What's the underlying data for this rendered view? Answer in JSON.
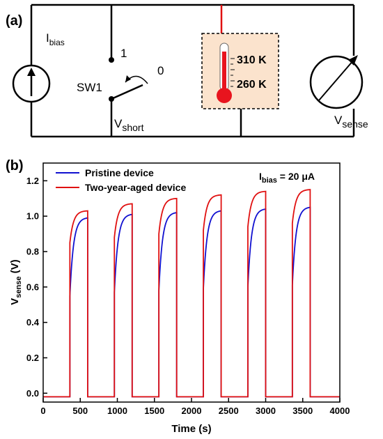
{
  "figure": {
    "panel_a_label": "(a)",
    "panel_b_label": "(b)"
  },
  "circuit": {
    "current_source_label": "I",
    "current_source_sub": "bias",
    "switch_label": "SW1",
    "switch_pos_1": "1",
    "switch_pos_0": "0",
    "vshort_label": "V",
    "vshort_sub": "short",
    "temp_high": "310 K",
    "temp_low": "260 K",
    "temp_high_color": "#e8141e",
    "temp_low_color": "#1f6fc0",
    "vsense_label": "V",
    "vsense_sub": "sense",
    "thermo_box_fill": "#fbe3cd"
  },
  "chart_data": {
    "type": "line",
    "xlabel": "Time (s)",
    "ylabel_main": "V",
    "ylabel_sub": "sense",
    "ylabel_unit": " (V)",
    "xlim": [
      0,
      4000
    ],
    "ylim": [
      -0.05,
      1.3
    ],
    "xticks": [
      0,
      500,
      1000,
      1500,
      2000,
      2500,
      3000,
      3500,
      4000
    ],
    "yticks": [
      0.0,
      0.2,
      0.4,
      0.6,
      0.8,
      1.0,
      1.2
    ],
    "annotation_main": "I",
    "annotation_sub": "bias",
    "annotation_value": " = 20 μA",
    "legend_placement": "top-left",
    "baseline": -0.02,
    "pulses": [
      {
        "start": 360,
        "end": 600
      },
      {
        "start": 960,
        "end": 1200
      },
      {
        "start": 1560,
        "end": 1800
      },
      {
        "start": 2160,
        "end": 2400
      },
      {
        "start": 2760,
        "end": 3000
      },
      {
        "start": 3360,
        "end": 3600
      }
    ],
    "series": [
      {
        "name": "Pristine device",
        "color": "#1010d0",
        "jump": [
          0.55,
          0.57,
          0.58,
          0.59,
          0.6,
          0.61
        ],
        "peak": [
          0.99,
          1.01,
          1.02,
          1.03,
          1.04,
          1.05
        ]
      },
      {
        "name": "Two-year-aged device",
        "color": "#e01010",
        "jump": [
          0.85,
          0.88,
          0.9,
          0.92,
          0.94,
          0.96
        ],
        "peak": [
          1.03,
          1.07,
          1.1,
          1.12,
          1.14,
          1.15
        ]
      }
    ]
  }
}
